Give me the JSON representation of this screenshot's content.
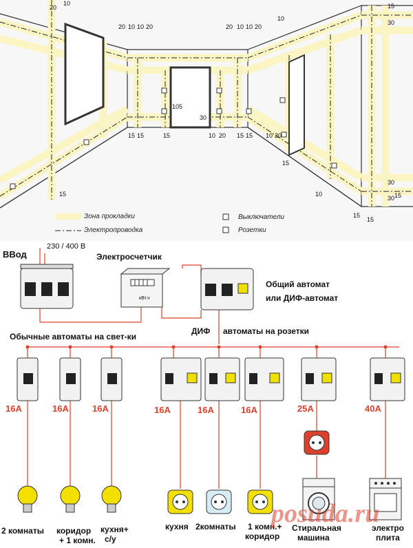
{
  "room": {
    "dims": {
      "lt20": "20",
      "lt10": "10",
      "cl20a": "20",
      "cl10a": "10",
      "cl10b": "10",
      "cl20b": "20",
      "cr20a": "20",
      "cr10a": "10",
      "cr10b": "10",
      "cr20b": "20",
      "rt15a": "15",
      "rt30a": "30",
      "rt10": "10",
      "h105": "105",
      "h30": "30",
      "b15a": "15",
      "b15b": "15",
      "b15c": "15",
      "b10a": "10",
      "b20a": "20",
      "b15d": "15",
      "b15e": "15",
      "b10b": "10",
      "b20b": "20",
      "lf15": "15",
      "rw15": "15",
      "rw10": "10",
      "rw30a": "30",
      "rw30b": "30",
      "rw15b": "15",
      "rw15c": "15",
      "rw15d": "15"
    },
    "legend": {
      "zone": "Зона прокладки",
      "wiring": "Электропроводка",
      "switches": "Выключатели",
      "sockets": "Розетки"
    }
  },
  "scheme": {
    "vvod": "ВВод",
    "voltage": "230 / 400 В",
    "meter": "Электросчетчик",
    "meter_face": "кВт.ч",
    "main_breaker_1": "Общий автомат",
    "main_breaker_2": "или ДИФ-автомат",
    "lights_group": "Обычные автоматы на свет-ки",
    "dif": "ДИФ",
    "sockets_group": "автоматы на розетки",
    "ratings": [
      "16А",
      "16А",
      "16А",
      "16А",
      "16А",
      "16А",
      "25А",
      "40А"
    ],
    "loads": {
      "l1": "2 комнаты",
      "l2a": "коридор",
      "l2b": "+ 1 комн.",
      "l3a": "кухня+",
      "l3b": "с/у",
      "s1": "кухня",
      "s2": "2комнаты",
      "s3a": "1 комн.+",
      "s3b": "коридор",
      "s4a": "Стиральная",
      "s4b": "машина",
      "s5a": "электро",
      "s5b": "плита"
    },
    "watermark": "posuda.ru",
    "colors": {
      "accent": "#d9412c",
      "zone": "#fbf5c4",
      "lamp": "#f3e000"
    }
  }
}
